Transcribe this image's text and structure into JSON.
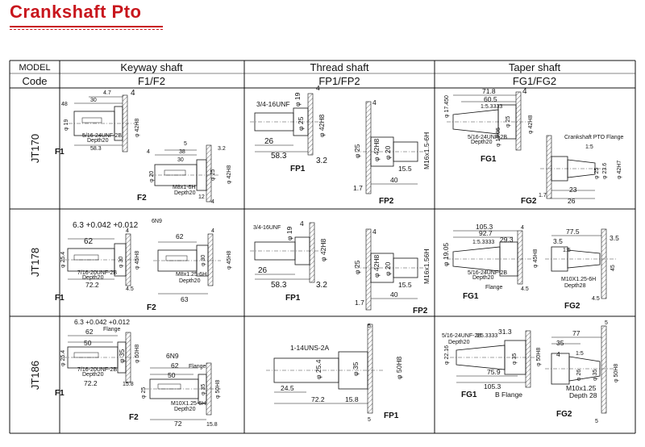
{
  "title": "Crankshaft Pto",
  "header": {
    "model_label": "MODEL",
    "code_label": "Code",
    "columns": [
      {
        "name": "Keyway shaft",
        "code": "F1/F2"
      },
      {
        "name": "Thread shaft",
        "code": "FP1/FP2"
      },
      {
        "name": "Taper shaft",
        "code": "FG1/FG2"
      }
    ]
  },
  "rows": [
    {
      "model": "JT170",
      "keyway": {
        "fig1": "F1",
        "fig2": "F2",
        "dims": [
          "48",
          "30",
          "4.7",
          "4",
          "φ 42H8",
          "φ 19",
          "5/16-24UNF-2B",
          "Depth20",
          "58.3",
          "4",
          "5",
          "38",
          "30",
          "φ 20",
          "φ 25",
          "φ 42H8",
          "M8x1-6H",
          "Depth20",
          "12",
          "4",
          "3.2"
        ]
      },
      "thread": {
        "fig1": "FP1",
        "fig2": "FP2",
        "dims": [
          "3/4-16UNF",
          "φ 19",
          "4",
          "φ 25",
          "φ 42H8",
          "26",
          "58.3",
          "3.2",
          "4",
          "φ 25",
          "φ 42H8",
          "φ 20",
          "M16x1.5-6H",
          "15.5",
          "1.7",
          "40"
        ]
      },
      "taper": {
        "fig1": "FG1",
        "fig2": "FG2",
        "dims": [
          "71.8",
          "60.5",
          "1:5.3333",
          "φ 17.450",
          "φ 25",
          "φ 42H8",
          "5/16-24UNF-2B",
          "Depth20",
          "φ 19.05",
          "4",
          "Crankshaft PTO Flange",
          "1:5",
          "23",
          "26",
          "φ 23.6",
          "φ 25",
          "φ 42H7",
          "1.7"
        ]
      }
    },
    {
      "model": "JT178",
      "keyway": {
        "fig1": "F1",
        "fig2": "F2",
        "dims": [
          "6.3 +0.042 +0.012",
          "62",
          "6N9",
          "62",
          "φ 25.4",
          "φ 30",
          "φ 45H8",
          "7/16-20UNF-2B",
          "Depth20",
          "72.2",
          "4",
          "4.5",
          "4",
          "φ 30",
          "φ 45H8",
          "M8x1.25-6H",
          "Depth20",
          "63"
        ]
      },
      "thread": {
        "fig1": "FP1",
        "fig2": "FP2",
        "dims": [
          "3/4-16UNF",
          "φ 19",
          "4",
          "φ 42H8",
          "26",
          "58.3",
          "3.2",
          "4",
          "φ 25",
          "φ 42H8",
          "φ 20",
          "M16x1.56H",
          "15.5",
          "1.7",
          "40"
        ]
      },
      "taper": {
        "fig1": "FG1",
        "fig2": "FG2",
        "dims": [
          "105.3",
          "92.7",
          "1:5.3333",
          "29.3",
          "φ 19.05",
          "5/16-24UNF-2B",
          "Depth20",
          "Flange",
          "4",
          "φ 45H8",
          "4.5",
          "77.5",
          "3.5",
          "3.5",
          "1:5",
          "45",
          "M10X1.25-6H",
          "Depth28",
          "4.5"
        ]
      }
    },
    {
      "model": "JT186",
      "keyway": {
        "fig1": "F1",
        "fig2": "F2",
        "dims": [
          "6.3 +0.042 +0.012",
          "62",
          "50",
          "Flange",
          "φ 25.4",
          "φ 35",
          "φ 50H8",
          "7/16-20UNF-2B",
          "Depth20",
          "72.2",
          "15.8",
          "6N9",
          "62",
          "50",
          "Flange",
          "φ 25",
          "φ 35",
          "φ 50H8",
          "M10X1.25-6H",
          "Depth20",
          "72",
          "15.8"
        ]
      },
      "thread": {
        "fig1": "FP1",
        "dims": [
          "1-14UNS-2A",
          "φ 25.4",
          "φ 35",
          "φ 50H8",
          "24.5",
          "72.2",
          "15.8",
          "5",
          "5"
        ]
      },
      "taper": {
        "fig1": "FG1",
        "fig2": "FG2",
        "dims": [
          "5/16-24UNF-2B",
          "1:5.3333",
          "Depth20",
          "31.3",
          "φ 22.16",
          "φ 35",
          "φ 50H8",
          "75.9",
          "105.3",
          "B Flange",
          "77",
          "35",
          "4",
          "1:5",
          "φ 26",
          "φ 35",
          "φ 50H8",
          "M10x1.25",
          "Depth 28",
          "5",
          "5"
        ]
      }
    }
  ]
}
